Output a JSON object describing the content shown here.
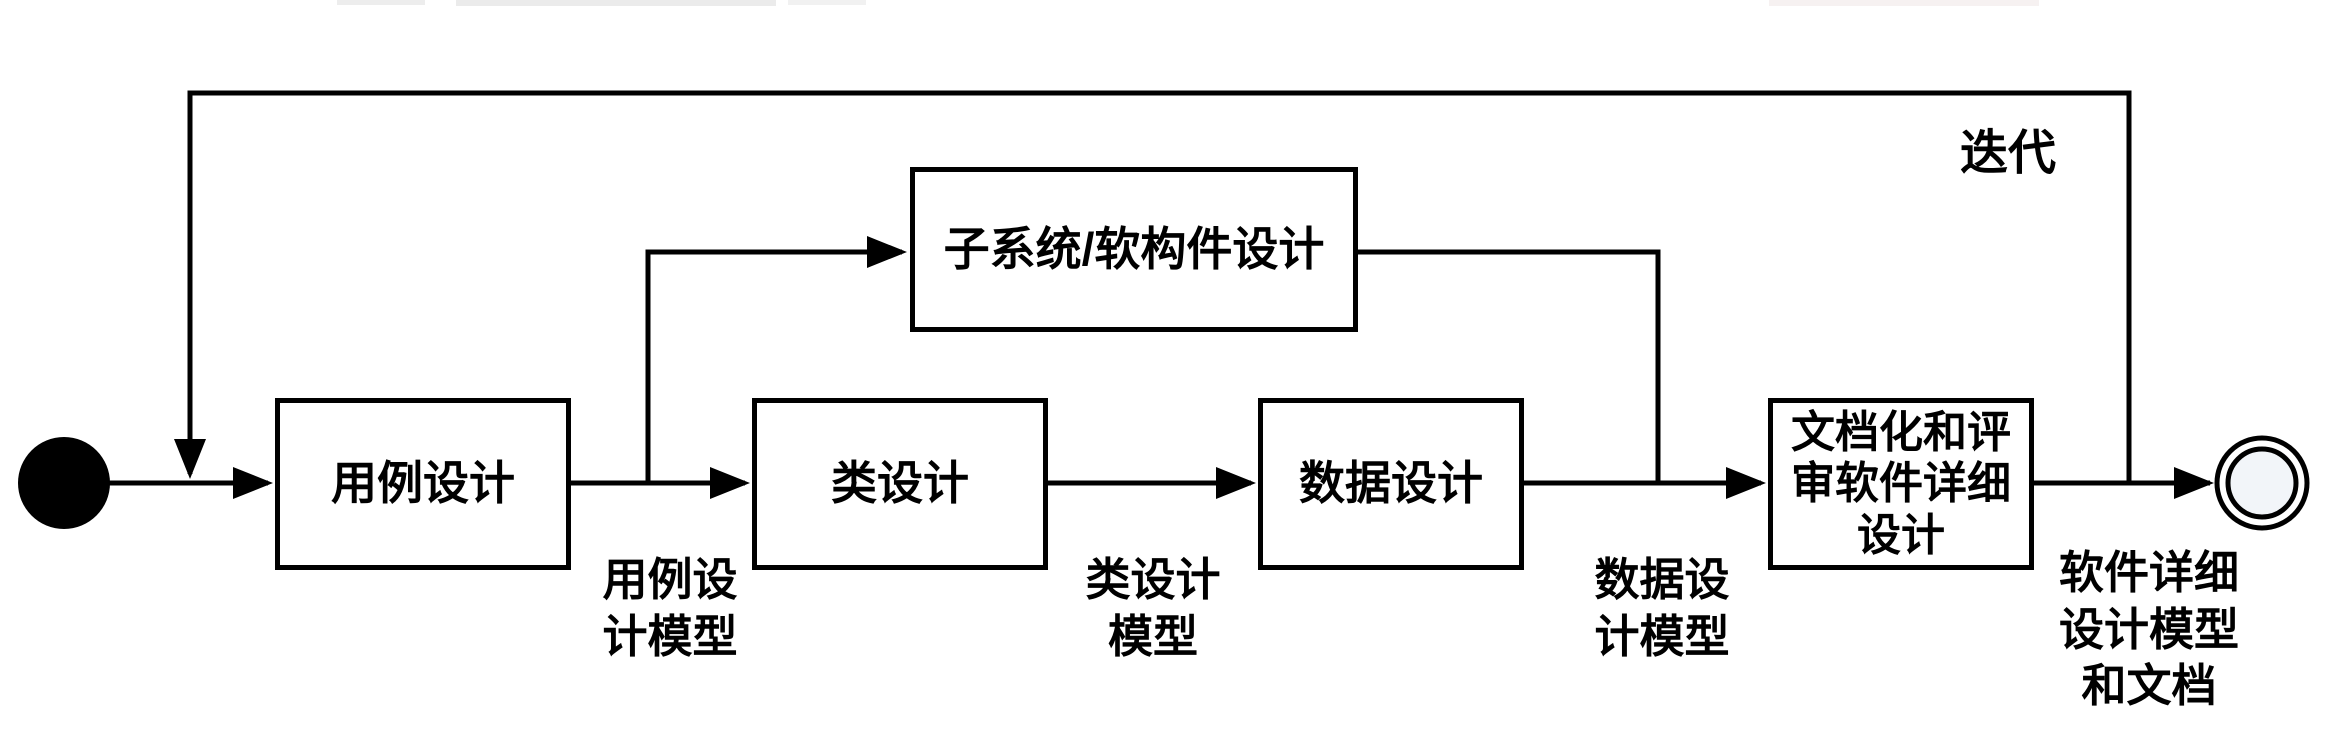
{
  "diagram": {
    "nodes": [
      {
        "id": "use-case-design",
        "label": "用例设计"
      },
      {
        "id": "class-design",
        "label": "类设计"
      },
      {
        "id": "data-design",
        "label": "数据设计"
      },
      {
        "id": "subsystem-component-design",
        "label": "子系统/软构件设计"
      },
      {
        "id": "document-and-review-detailed-design",
        "label": "文档化和评\n审软件详细\n设计"
      }
    ],
    "edge_labels": [
      {
        "id": "use-case-design-model",
        "label": "用例设\n计模型"
      },
      {
        "id": "class-design-model",
        "label": "类设计\n模型"
      },
      {
        "id": "data-design-model",
        "label": "数据设\n计模型"
      },
      {
        "id": "detailed-design-model-and-docs",
        "label": "软件详细\n设计模型\n和文档"
      }
    ],
    "loop_label": "迭代",
    "colors": {
      "line": "#000000",
      "box_background": "#ffffff",
      "end_node_inner_fill": "#f2f5f9"
    }
  }
}
